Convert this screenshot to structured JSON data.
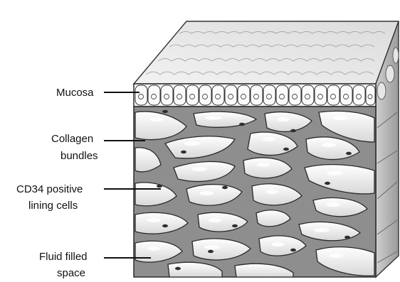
{
  "labels": {
    "mucosa": "Mucosa",
    "collagen": [
      "Collagen",
      "bundles"
    ],
    "cd34": [
      "CD34 positive",
      "lining cells"
    ],
    "fluid": [
      "Fluid filled",
      "space"
    ]
  },
  "colors": {
    "background": "#ffffff",
    "tissue_fill": "#f4f4f4",
    "septa": "#8a8a8a",
    "outline": "#222222",
    "nucleus": "#333333"
  }
}
